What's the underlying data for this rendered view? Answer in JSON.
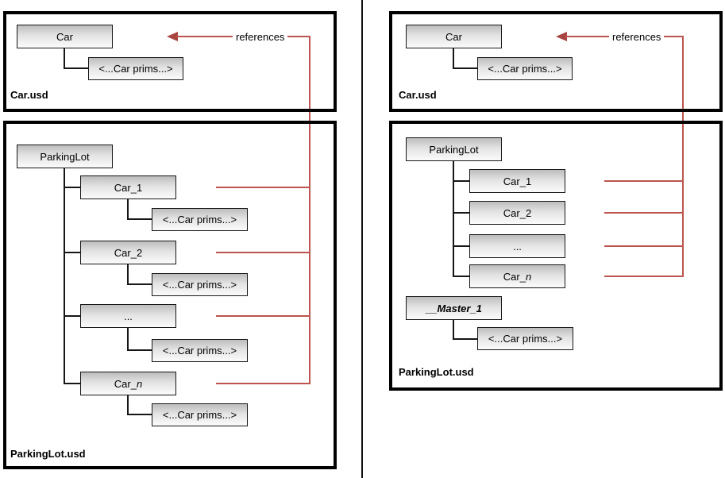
{
  "colors": {
    "reference": "#bc544f",
    "reference_arrow": "#a8433f"
  },
  "panels": {
    "left": {
      "references_label": "references",
      "car_file": {
        "name": "Car.usd",
        "root": "Car",
        "prims": "<...Car prims...>"
      },
      "lot_file": {
        "name": "ParkingLot.usd",
        "root": "ParkingLot",
        "prims": "<...Car prims...>",
        "children": [
          {
            "text": "Car_1",
            "italic": ""
          },
          {
            "text": "Car_2",
            "italic": ""
          },
          {
            "text": "...",
            "italic": ""
          },
          {
            "text": "Car_",
            "italic": "n"
          }
        ]
      }
    },
    "right": {
      "references_label": "references",
      "car_file": {
        "name": "Car.usd",
        "root": "Car",
        "prims": "<...Car prims...>"
      },
      "lot_file": {
        "name": "ParkingLot.usd",
        "root": "ParkingLot",
        "master": "__Master_1",
        "master_prims": "<...Car prims...>",
        "children": [
          {
            "text": "Car_1",
            "italic": ""
          },
          {
            "text": "Car_2",
            "italic": ""
          },
          {
            "text": "...",
            "italic": ""
          },
          {
            "text": "Car_",
            "italic": "n"
          }
        ]
      }
    }
  }
}
